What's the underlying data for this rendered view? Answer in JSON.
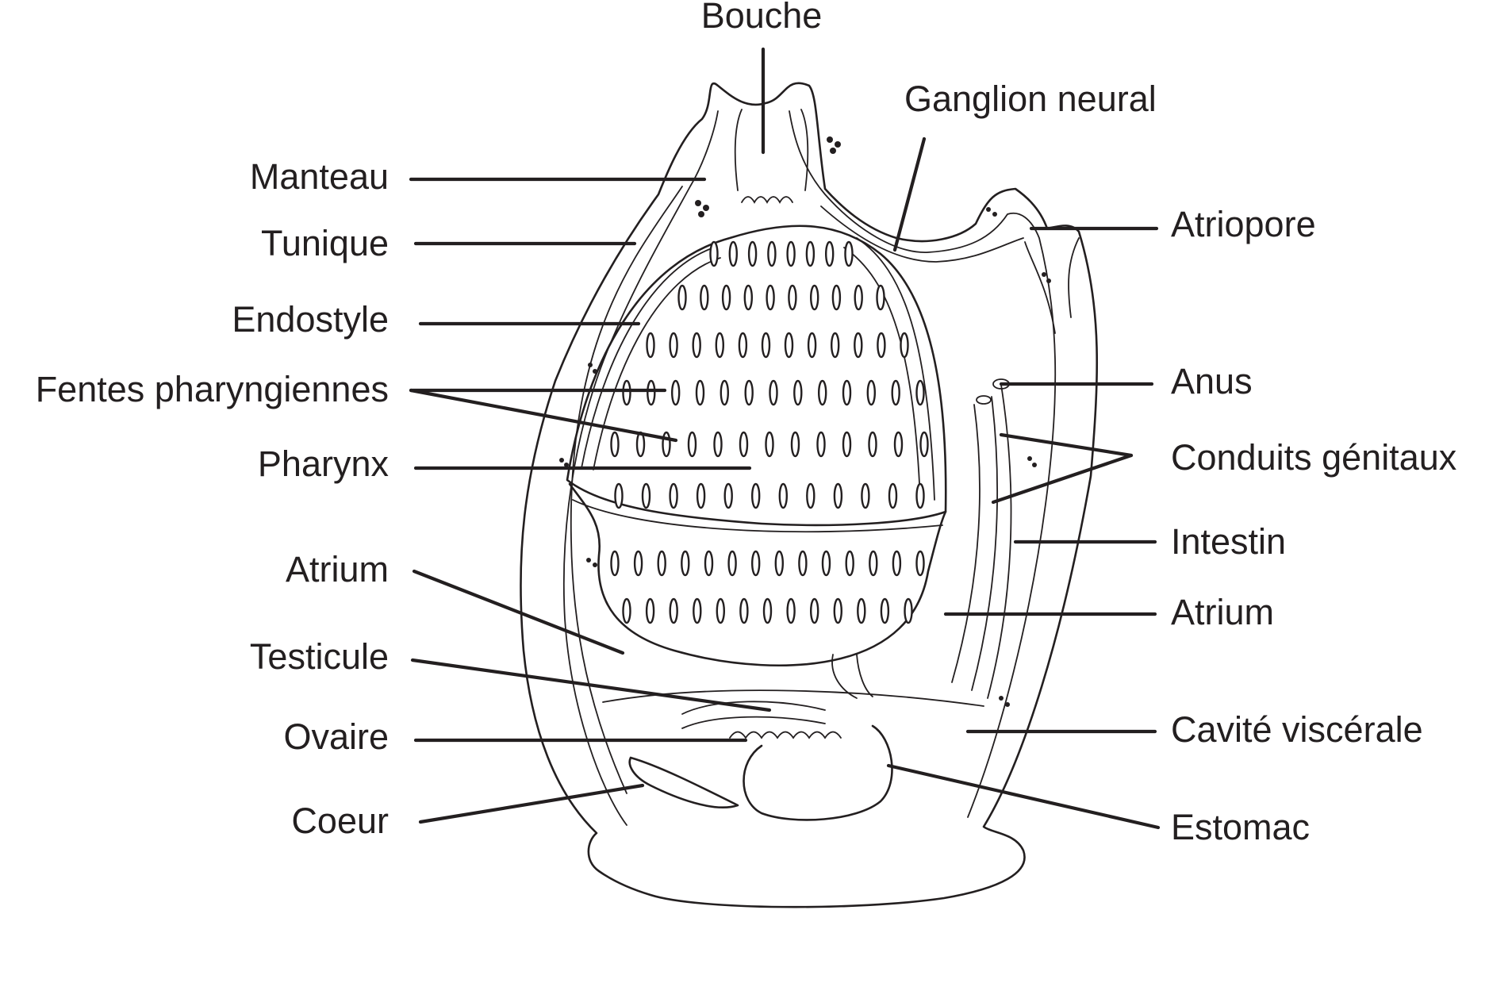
{
  "labels": {
    "bouche": "Bouche",
    "ganglion": "Ganglion neural",
    "manteau": "Manteau",
    "tunique": "Tunique",
    "endostyle": "Endostyle",
    "fentes": "Fentes pharyngiennes",
    "pharynx": "Pharynx",
    "atrium_left": "Atrium",
    "testicule": "Testicule",
    "ovaire": "Ovaire",
    "coeur": "Coeur",
    "atriopore": "Atriopore",
    "anus": "Anus",
    "conduits": "Conduits génitaux",
    "intestin": "Intestin",
    "atrium_right": "Atrium",
    "cavite": "Cavité viscérale",
    "estomac": "Estomac"
  },
  "colors": {
    "ink": "#231f20",
    "background": "#ffffff"
  }
}
